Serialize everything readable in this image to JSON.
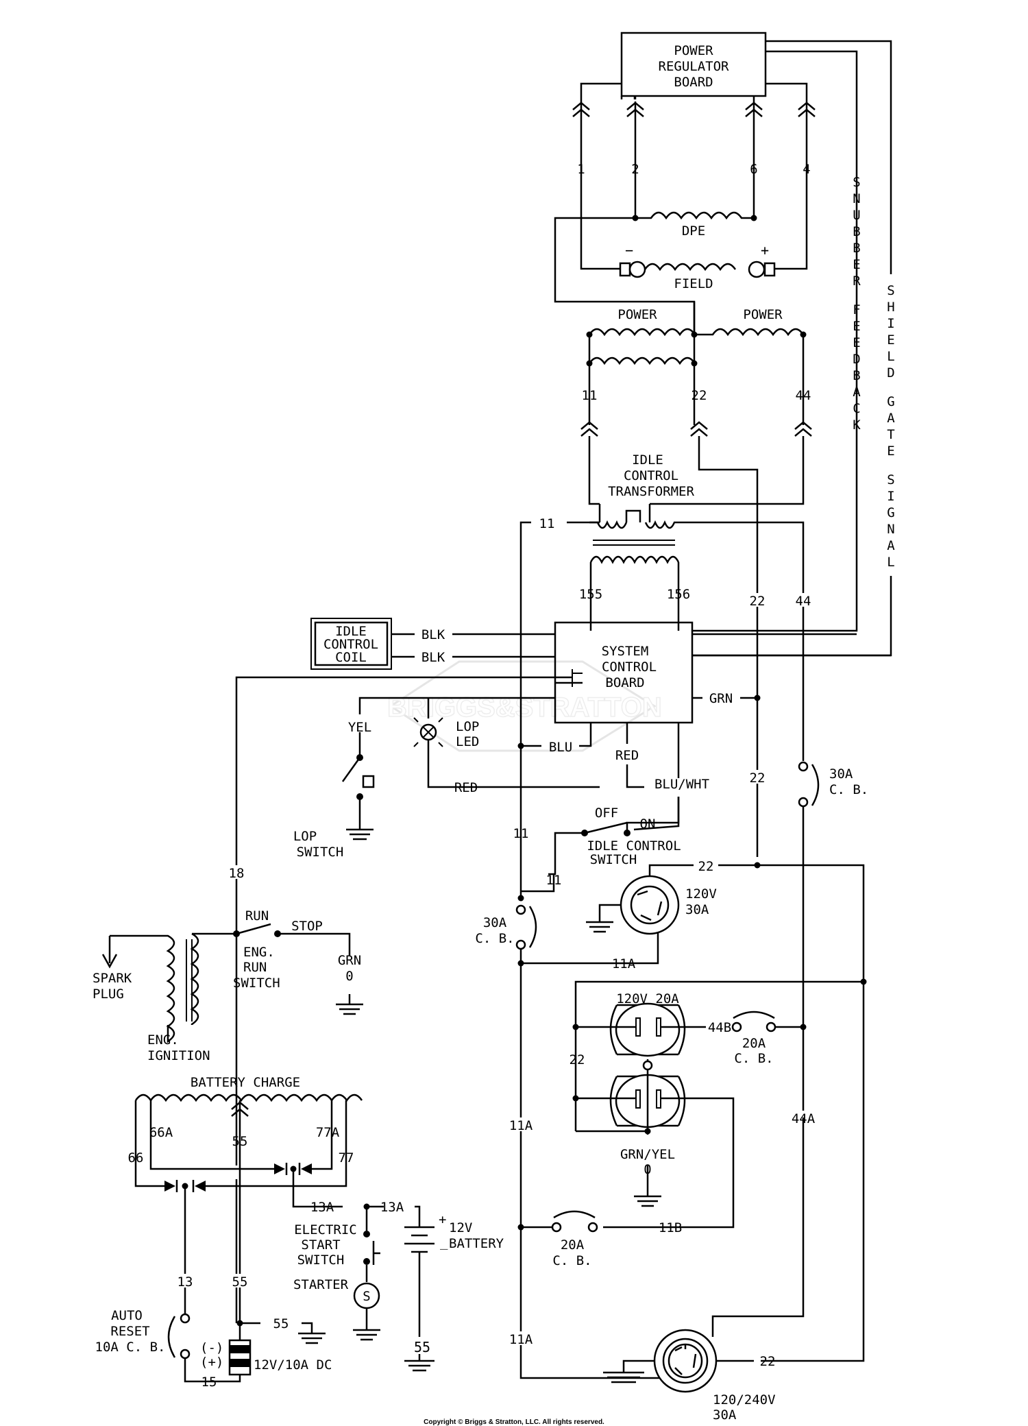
{
  "boards": {
    "power_regulator": [
      "POWER",
      "REGULATOR",
      "BOARD"
    ],
    "system_control": [
      "SYSTEM",
      "CONTROL",
      "BOARD"
    ],
    "idle_control_coil": [
      "IDLE",
      "CONTROL",
      "COIL"
    ]
  },
  "windings": {
    "dpe": "DPE",
    "field": "FIELD",
    "field_minus": "−",
    "field_plus": "+",
    "power_left": "POWER",
    "power_right": "POWER",
    "idle_transformer": [
      "IDLE",
      "CONTROL",
      "TRANSFORMER"
    ],
    "battery_charge": "BATTERY CHARGE",
    "eng_ignition": [
      "ENG.",
      "IGNITION"
    ],
    "spark_plug": [
      "SPARK",
      "PLUG"
    ]
  },
  "vertical_labels": {
    "snubber_feedback": [
      "S",
      "N",
      "U",
      "B",
      "B",
      "E",
      "R",
      "",
      "F",
      "E",
      "E",
      "D",
      "B",
      "A",
      "C",
      "K"
    ],
    "shield_gate_signal": [
      "S",
      "H",
      "I",
      "E",
      "L",
      "D",
      "",
      "G",
      "A",
      "T",
      "E",
      "",
      "S",
      "I",
      "G",
      "N",
      "A",
      "L"
    ]
  },
  "wires": {
    "w1": "1",
    "w2": "2",
    "w6": "6",
    "w4": "4",
    "w11_top": "11",
    "w22_top": "22",
    "w44_top": "44",
    "w11_xfmr": "11",
    "w155": "155",
    "w156": "156",
    "w22_mid": "22",
    "w44_mid": "44",
    "w22_low": "22",
    "w11_left": "11",
    "w11_sw": "11",
    "w22_rec": "22",
    "w11a_rec": "11A",
    "w44b": "44B",
    "w22_dup": "22",
    "w11a_mid": "11A",
    "w44a": "44A",
    "w11b": "11B",
    "w11a_bottom": "11A",
    "w22_bottom": "22",
    "w18": "18",
    "w66a": "66A",
    "w77a": "77A",
    "w55_top": "55",
    "w66": "66",
    "w77": "77",
    "w13a_1": "13A",
    "w13a_2": "13A",
    "w13": "13",
    "w55_mid": "55",
    "w55_gnd": "55",
    "w55_batt": "55",
    "w15": "15",
    "blk1": "BLK",
    "blk2": "BLK",
    "grn": "GRN",
    "yel": "YEL",
    "blu": "BLU",
    "red1": "RED",
    "red2": "RED",
    "blu_wht": "BLU/WHT",
    "grn_gnd": "GRN",
    "zero1": "0",
    "grn_yel": "GRN/YEL",
    "zero2": "0"
  },
  "components": {
    "lop_led": [
      "LOP",
      "LED"
    ],
    "lop_switch": [
      "LOP",
      "SWITCH"
    ],
    "cb30_top": [
      "30A",
      "C. B."
    ],
    "idle_off": "OFF",
    "idle_on": "ON",
    "idle_switch": [
      "IDLE CONTROL",
      "SWITCH"
    ],
    "receptacle_120v_30a": [
      "120V",
      "30A"
    ],
    "cb30_left": [
      "30A",
      "C. B."
    ],
    "receptacle_120v_20a": "120V 20A",
    "cb20_right": [
      "20A",
      "C. B."
    ],
    "cb20_bottom": [
      "20A",
      "C. B."
    ],
    "receptacle_240": [
      "120/240V",
      "30A"
    ],
    "eng_run_switch": [
      "ENG.",
      "RUN",
      "SWITCH"
    ],
    "run": "RUN",
    "stop": "STOP",
    "electric_start": [
      "ELECTRIC",
      "START",
      "SWITCH"
    ],
    "starter": "STARTER",
    "starter_symbol": "S",
    "battery": "12V",
    "battery_word": "BATTERY",
    "battery_plus": "+",
    "battery_minus": "_",
    "auto_reset": [
      "AUTO",
      "RESET",
      "10A C. B."
    ],
    "dc_minus": "(-)",
    "dc_plus": "(+)",
    "dc_outlet": "12V/10A DC"
  },
  "watermark": "BRIGGS&STRATTON",
  "copyright": "Copyright © Briggs & Stratton, LLC. All rights reserved."
}
